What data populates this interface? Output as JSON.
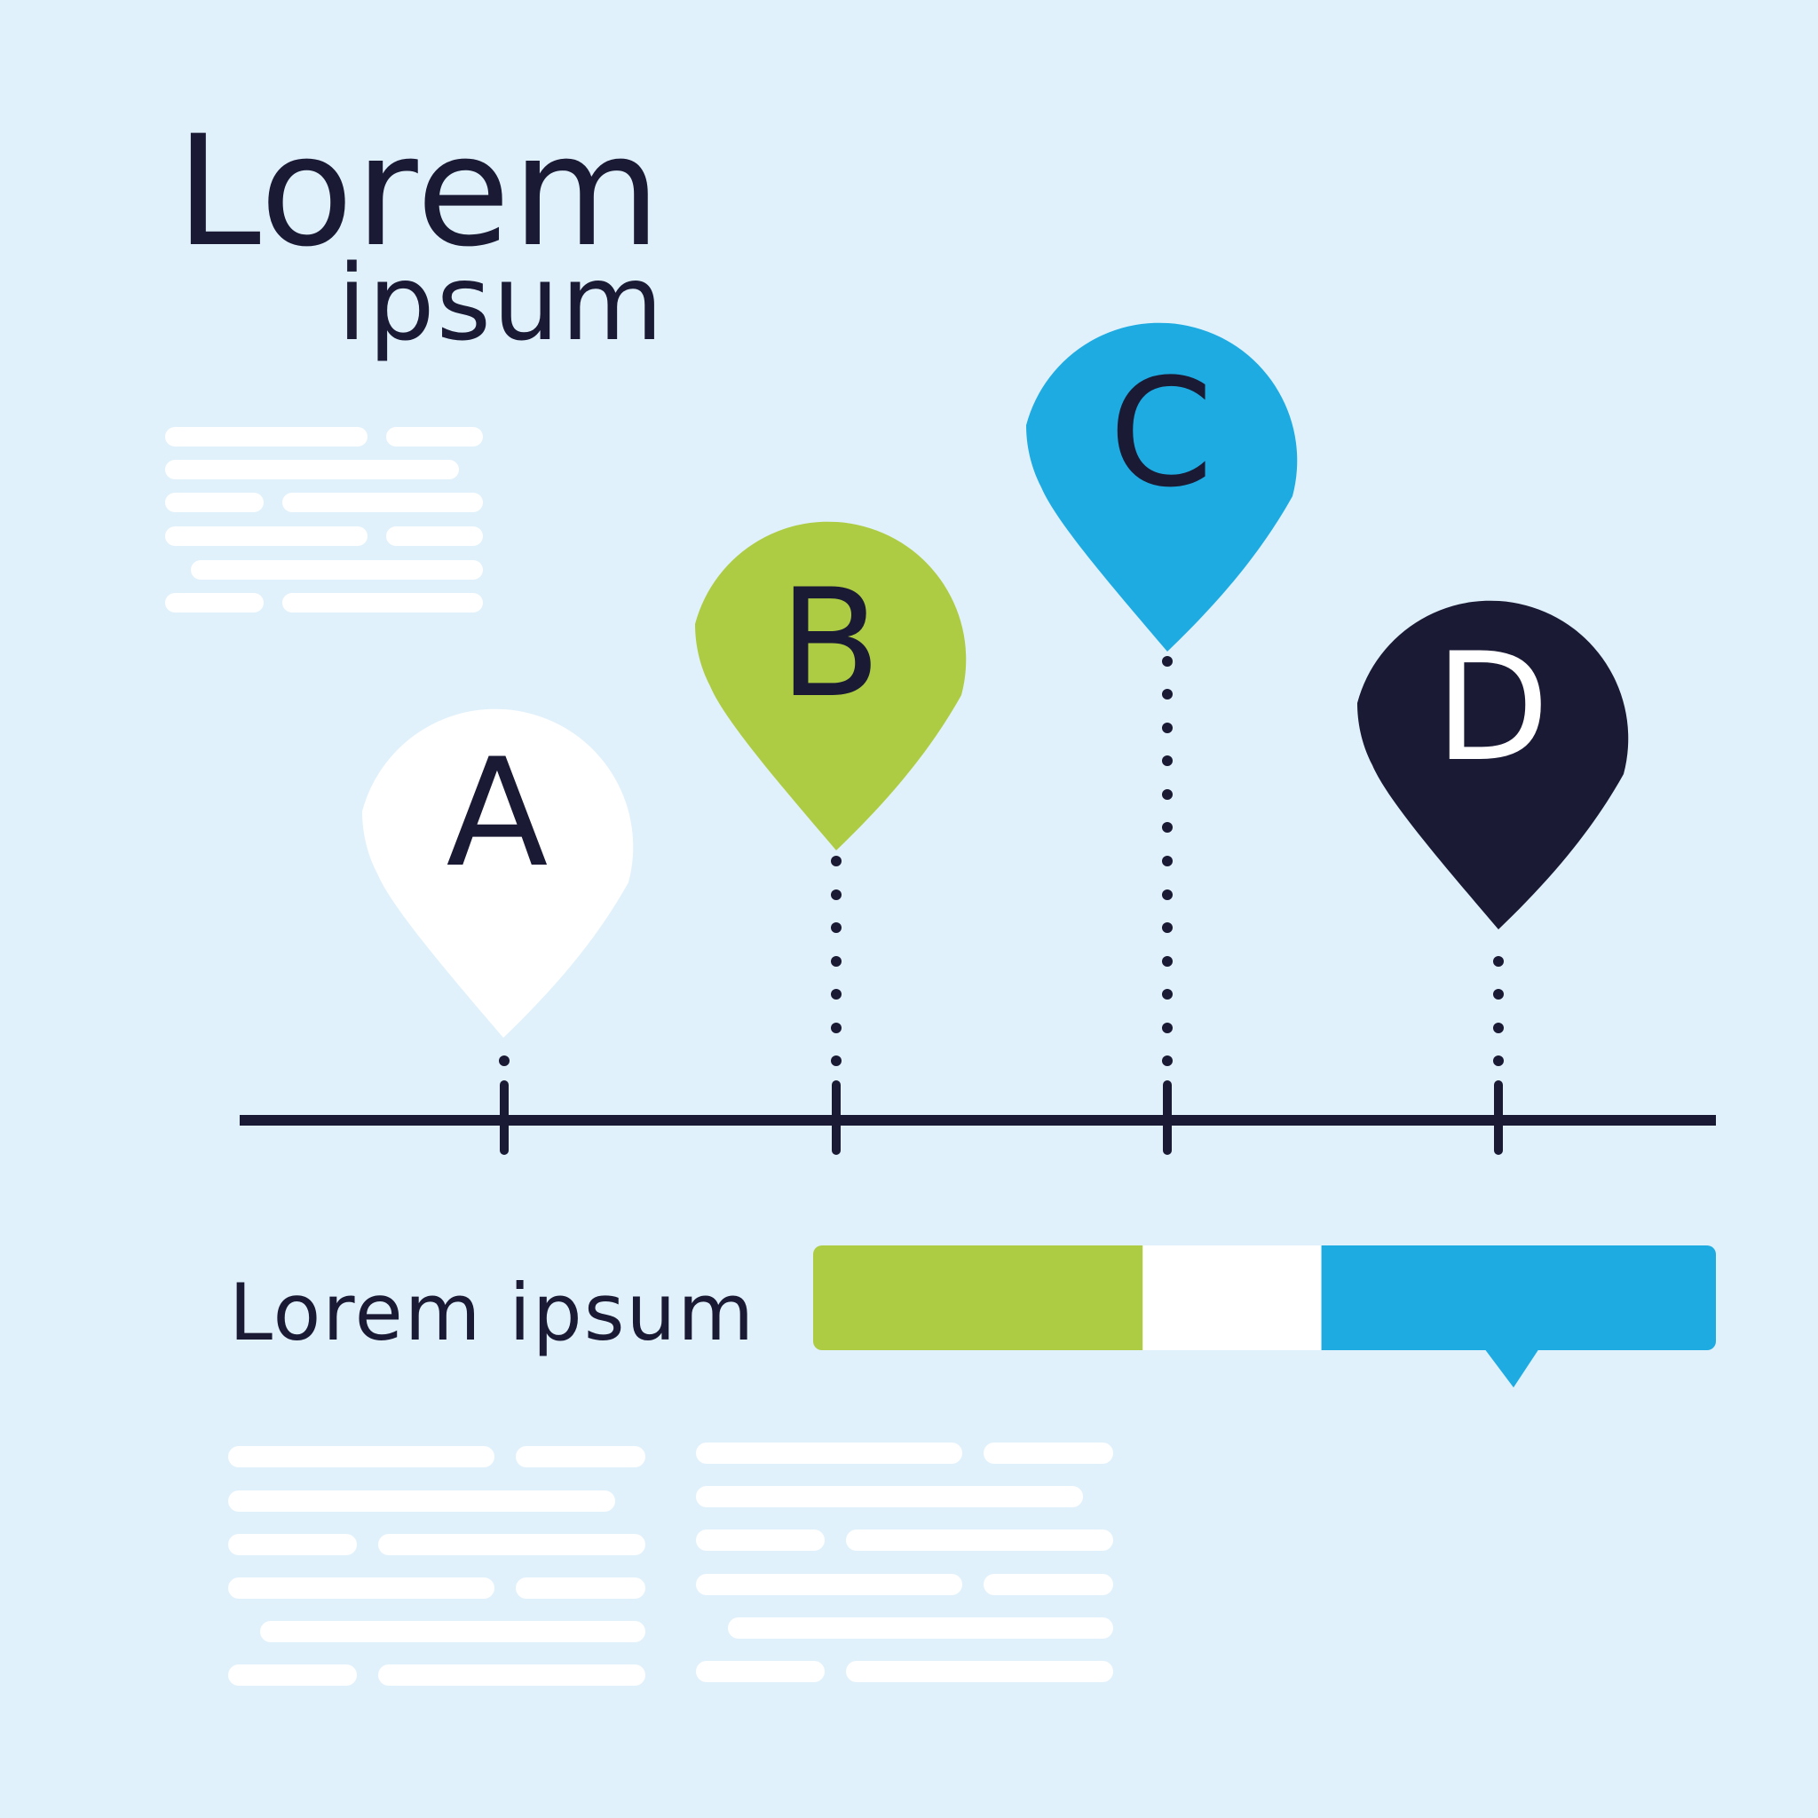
{
  "header": {
    "title_line1": "Lorem",
    "title_line2": "ipsum"
  },
  "section": {
    "title": "Lorem ipsum"
  },
  "pins": [
    {
      "label": "A",
      "fill": "#ffffff",
      "text_color": "#1a1a34"
    },
    {
      "label": "B",
      "fill": "#adcc43",
      "text_color": "#1a1a34"
    },
    {
      "label": "C",
      "fill": "#1eabe2",
      "text_color": "#1a1a34"
    },
    {
      "label": "D",
      "fill": "#1a1a34",
      "text_color": "#ffffff"
    }
  ],
  "progress_bar": {
    "segments": [
      {
        "fraction": 0.365,
        "color": "#adcc43"
      },
      {
        "fraction": 0.198,
        "color": "#ffffff"
      },
      {
        "fraction": 0.437,
        "color": "#1eabe2"
      }
    ]
  },
  "colors": {
    "background": "#e0f1fb",
    "navy": "#1a1a34",
    "placeholder_line": "#ffffff"
  }
}
